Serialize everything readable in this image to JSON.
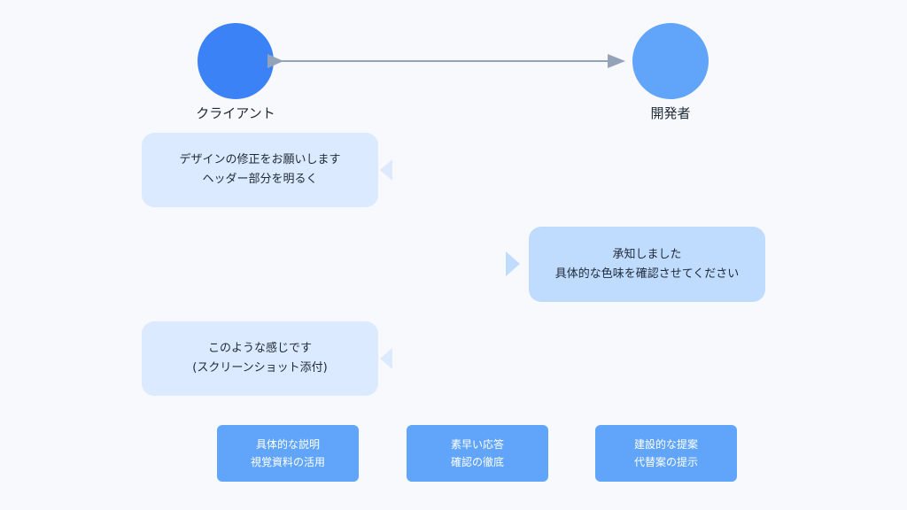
{
  "actors": {
    "client": {
      "label": "クライアント",
      "color": "#3b82f6"
    },
    "developer": {
      "label": "開発者",
      "color": "#60a5fa"
    }
  },
  "arrow_color": "#94a3b8",
  "messages": [
    {
      "from": "client",
      "lines": [
        "デザインの修正をお願いします",
        "ヘッダー部分を明るく"
      ]
    },
    {
      "from": "developer",
      "lines": [
        "承知しました",
        "具体的な色味を確認させてください"
      ]
    },
    {
      "from": "client",
      "lines": [
        "このような感じです",
        "(スクリーンショット添付)"
      ]
    }
  ],
  "tips": [
    {
      "lines": [
        "具体的な説明",
        "視覚資料の活用"
      ]
    },
    {
      "lines": [
        "素早い応答",
        "確認の徹底"
      ]
    },
    {
      "lines": [
        "建設的な提案",
        "代替案の提示"
      ]
    }
  ],
  "colors": {
    "client_bubble": "#dbeafe",
    "developer_bubble": "#bfdbfe",
    "tip_box": "#60a5fa",
    "background": "#f7f9fc"
  }
}
